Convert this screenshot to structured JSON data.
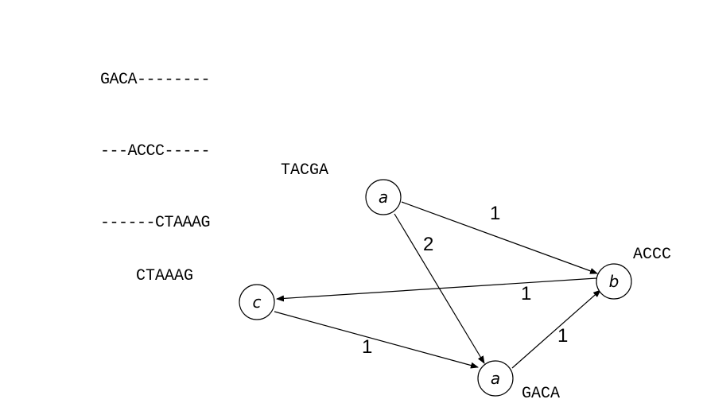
{
  "alignment": {
    "rows": [
      "GACA--------",
      "---ACCC-----",
      "------CTAAAG"
    ]
  },
  "graph": {
    "nodes": [
      {
        "id": "a_top",
        "letter": "a",
        "sequence": "TACGA"
      },
      {
        "id": "b",
        "letter": "b",
        "sequence": "ACCC"
      },
      {
        "id": "c",
        "letter": "c",
        "sequence": "CTAAAG"
      },
      {
        "id": "a_bottom",
        "letter": "a",
        "sequence": "GACA"
      }
    ],
    "edges": [
      {
        "from": "a_top",
        "to": "b",
        "weight": "1"
      },
      {
        "from": "a_top",
        "to": "a_bottom",
        "weight": "2"
      },
      {
        "from": "b",
        "to": "c",
        "weight": "1"
      },
      {
        "from": "c",
        "to": "a_bottom",
        "weight": "1"
      },
      {
        "from": "a_bottom",
        "to": "b",
        "weight": "1"
      }
    ]
  }
}
